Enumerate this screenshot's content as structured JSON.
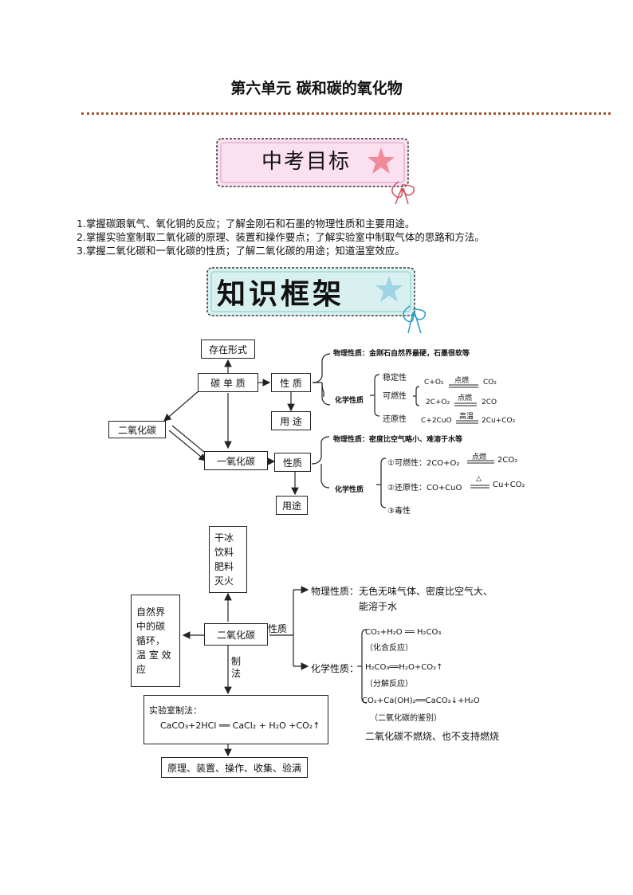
{
  "title": "第六单元  碳和碳的氧化物",
  "banner1": {
    "text": "中考目标"
  },
  "goals": [
    "1.掌握碳跟氧气、氧化铜的反应；了解金刚石和石墨的物理性质和主要用途。",
    "2.掌握实验室制取二氧化碳的原理、装置和操作要点；了解实验室中制取气体的思路和方法。",
    "3.掌握二氧化碳和一氧化碳的性质；了解二氧化碳的用途；知道温室效应。"
  ],
  "banner2": {
    "text": "知识框架"
  },
  "diagram1": {
    "exist_form": "存在形式",
    "carbon": "碳 单 质",
    "property": "性 质",
    "use": "用 途",
    "co2": "二氧化碳",
    "co": "一氧化碳",
    "co_property": "性质",
    "co_use": "用途",
    "c_phys": "物理性质：金刚石自然界最硬，石墨很软等",
    "c_chem": "化学性质",
    "stability": "稳定性",
    "stability_eq": "C+O₂",
    "stability_cond": "点燃",
    "stability_prod": "CO₂",
    "combust": "可燃性",
    "combust_eq": "2C+O₂",
    "combust_cond": "点燃",
    "combust_prod": "2CO",
    "reduce": "还原性",
    "reduce_eq": "C+2CuO",
    "reduce_cond": "高温",
    "reduce_prod": "2Cu+CO₂",
    "co_phys": "物理性质：密度比空气略小、难溶于水等",
    "co_chem": "化学性质",
    "co_combust": "①可燃性：2CO+O₂",
    "co_combust_cond": "点燃",
    "co_combust_prod": "2CO₂",
    "co_reduce": "②还原性：CO+CuO",
    "co_reduce_cond": "△",
    "co_reduce_prod": "Cu+CO₂",
    "co_toxic": "③毒性"
  },
  "diagram2": {
    "uses": [
      "干冰",
      "饮料",
      "肥料",
      "灭火"
    ],
    "nature": [
      "自然界",
      "中的碳",
      "循环，",
      "温 室 效",
      "应"
    ],
    "co2": "二氧化碳",
    "property": "性质",
    "prepare": [
      "制",
      "法"
    ],
    "phys": "物理性质：无色无味气体、密度比空气大、",
    "phys2": "能溶于水",
    "chem": "化学性质：",
    "eq1": "CO₂+H₂O ══   H₂CO₃",
    "eq1_note": "（化合反应）",
    "eq2": "H₂CO₃══H₂O+CO₂↑",
    "eq2_note": "（分解反应）",
    "eq3": "CO₂+Ca(OH)₂══CaCO₃↓+H₂O",
    "eq3_note": "（二氧化碳的鉴别）",
    "note": "二氧化碳不燃烧、也不支持燃烧",
    "lab_title": "实验室制法：",
    "lab_eq": "CaCO₃+2HCl ══ CaCl₂ + H₂O +CO₂↑",
    "steps": "原理、装置、操作、收集、验满"
  }
}
